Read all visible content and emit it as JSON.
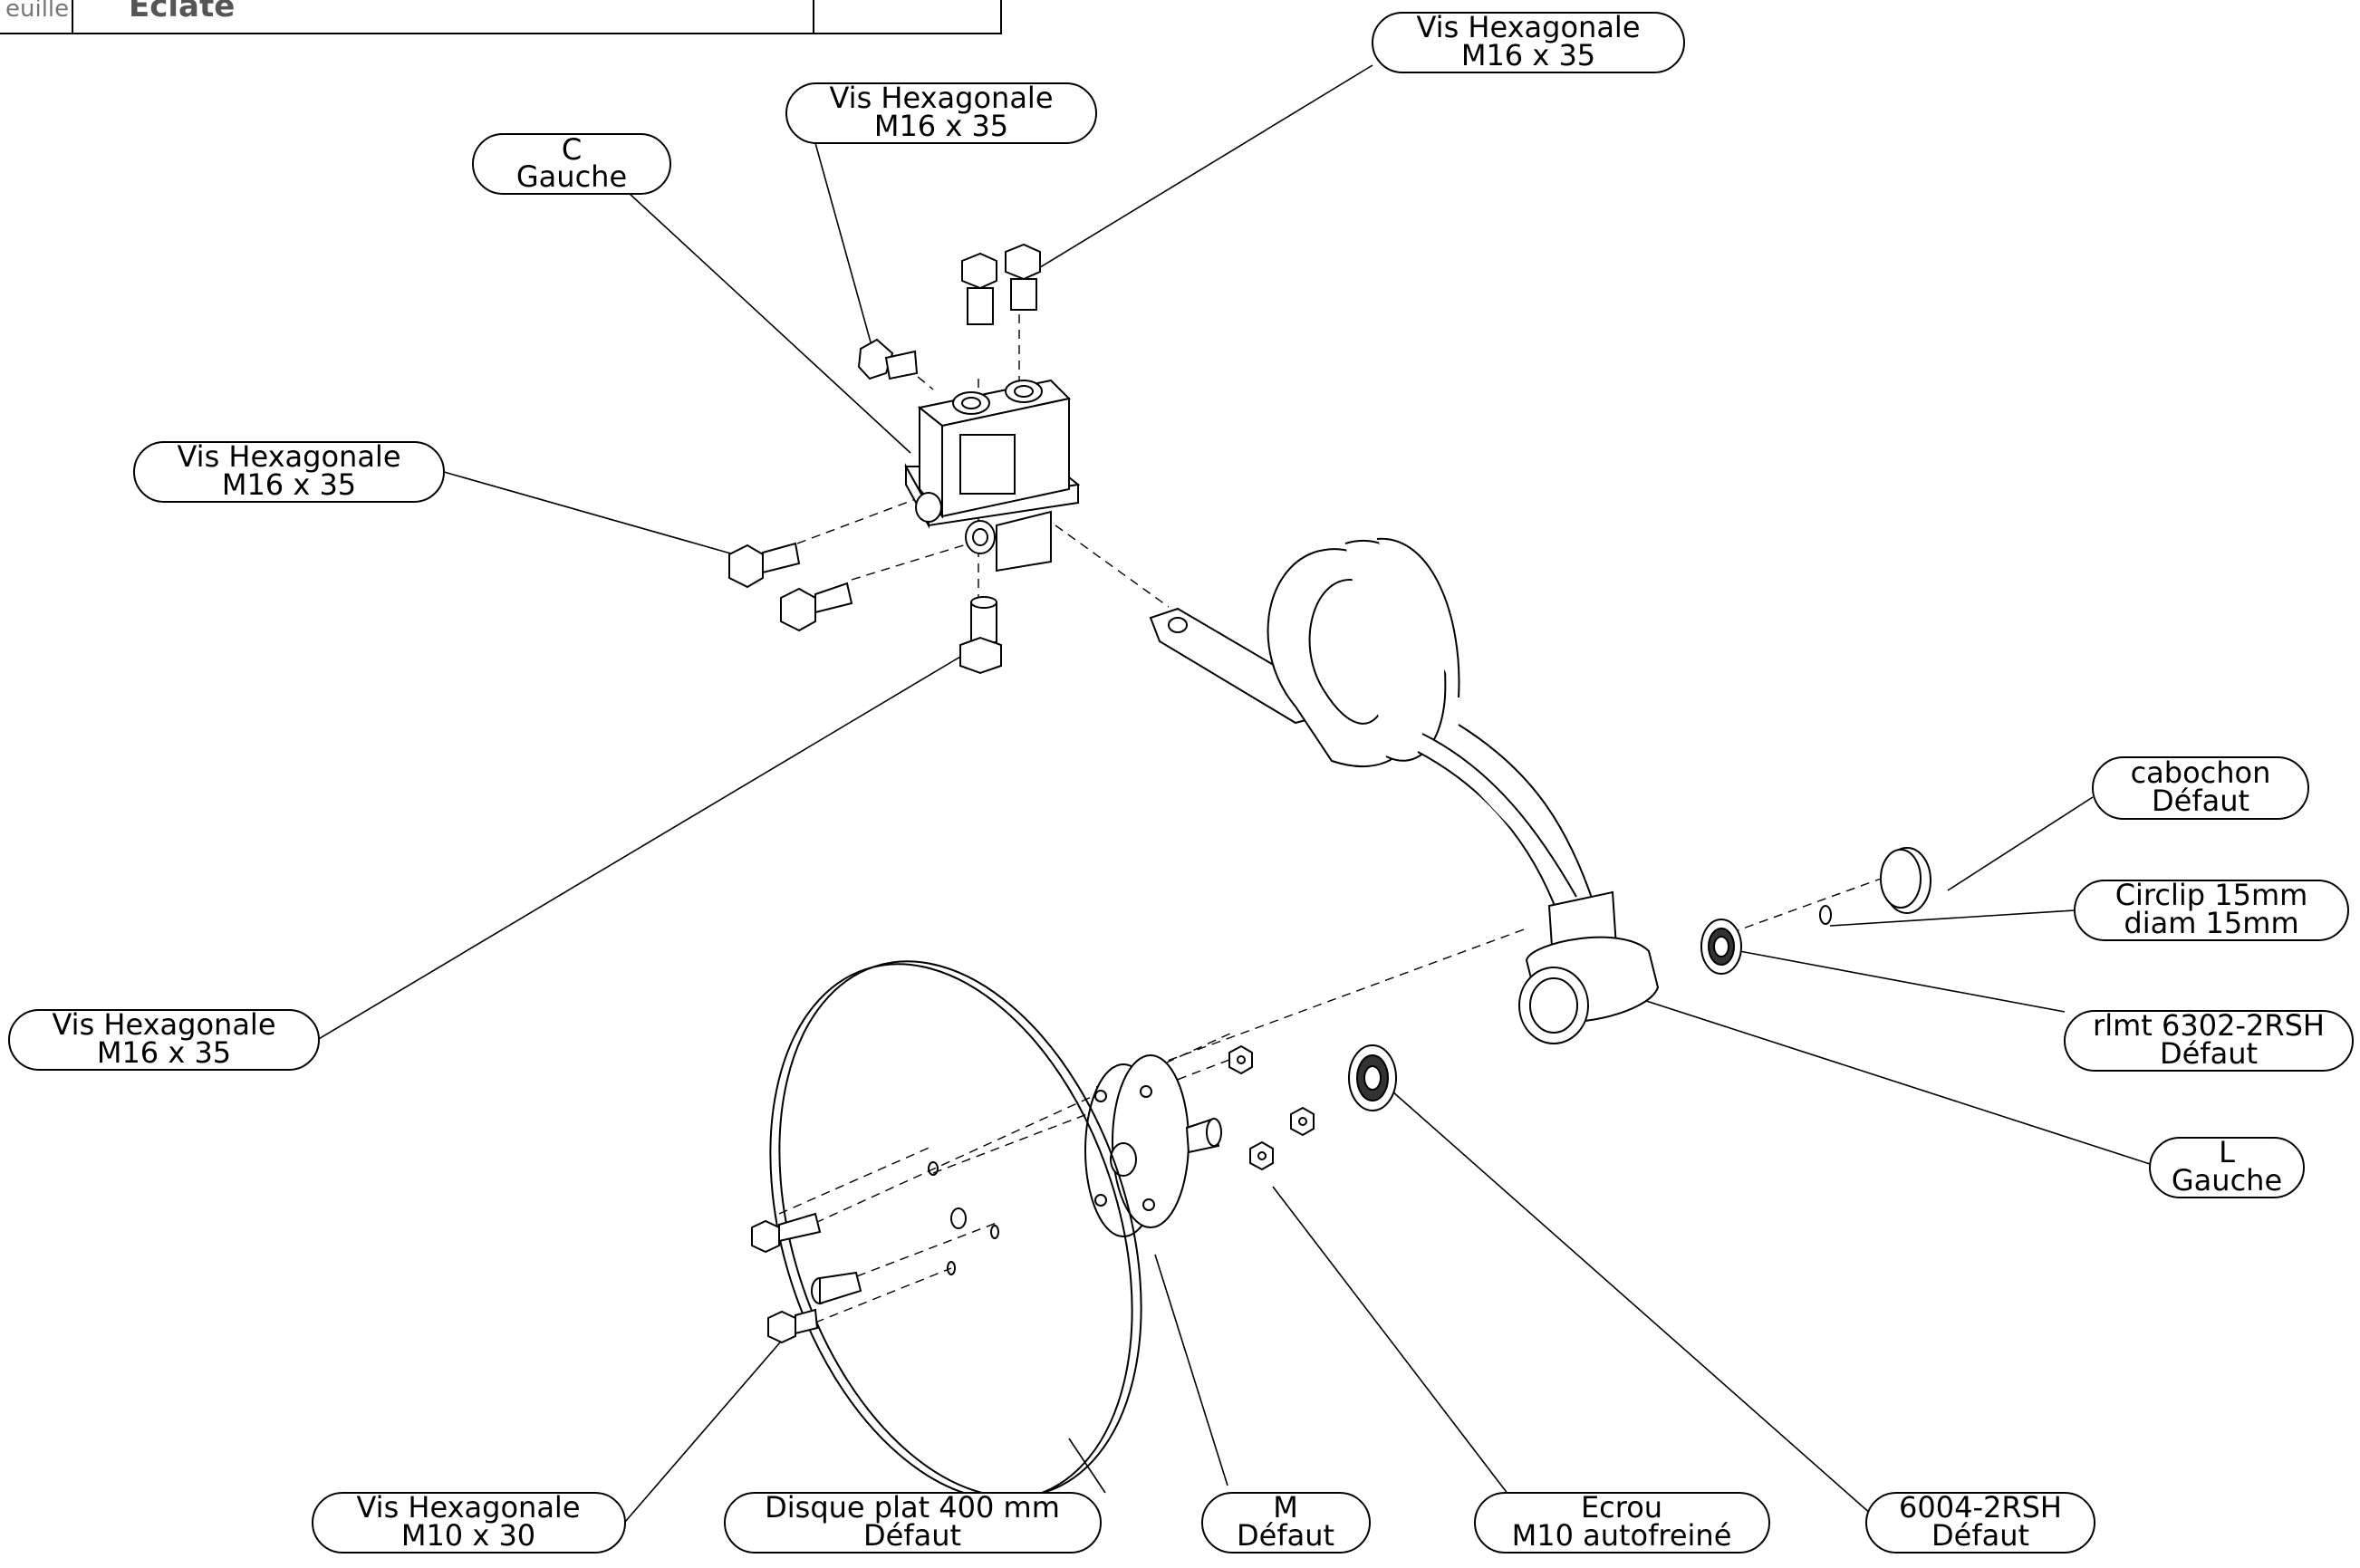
{
  "title_block": {
    "field_label": "euille",
    "view_name": "Eclaté"
  },
  "balloons": [
    {
      "id": "c-gauche",
      "line1": "C",
      "line2": "Gauche"
    },
    {
      "id": "vis-top-left",
      "line1": "Vis Hexagonale",
      "line2": "M16 x 35"
    },
    {
      "id": "vis-top-right",
      "line1": "Vis Hexagonale",
      "line2": "M16 x 35"
    },
    {
      "id": "vis-side",
      "line1": "Vis Hexagonale",
      "line2": "M16 x 35"
    },
    {
      "id": "vis-bottom",
      "line1": "Vis Hexagonale",
      "line2": "M16 x 35"
    },
    {
      "id": "cabochon",
      "line1": "cabochon",
      "line2": "Défaut"
    },
    {
      "id": "circlip",
      "line1": "Circlip 15mm",
      "line2": "diam 15mm"
    },
    {
      "id": "rlmt",
      "line1": "rlmt 6302-2RSH",
      "line2": "Défaut"
    },
    {
      "id": "l-gauche",
      "line1": "L",
      "line2": "Gauche"
    },
    {
      "id": "vis-m10",
      "line1": "Vis Hexagonale",
      "line2": "M10 x 30"
    },
    {
      "id": "disque",
      "line1": "Disque plat 400 mm",
      "line2": "Défaut"
    },
    {
      "id": "m-defaut",
      "line1": "M",
      "line2": "Défaut"
    },
    {
      "id": "ecrou",
      "line1": "Ecrou",
      "line2": "M10 autofreiné"
    },
    {
      "id": "roulement-6004",
      "line1": "6004-2RSH",
      "line2": "Défaut"
    }
  ]
}
